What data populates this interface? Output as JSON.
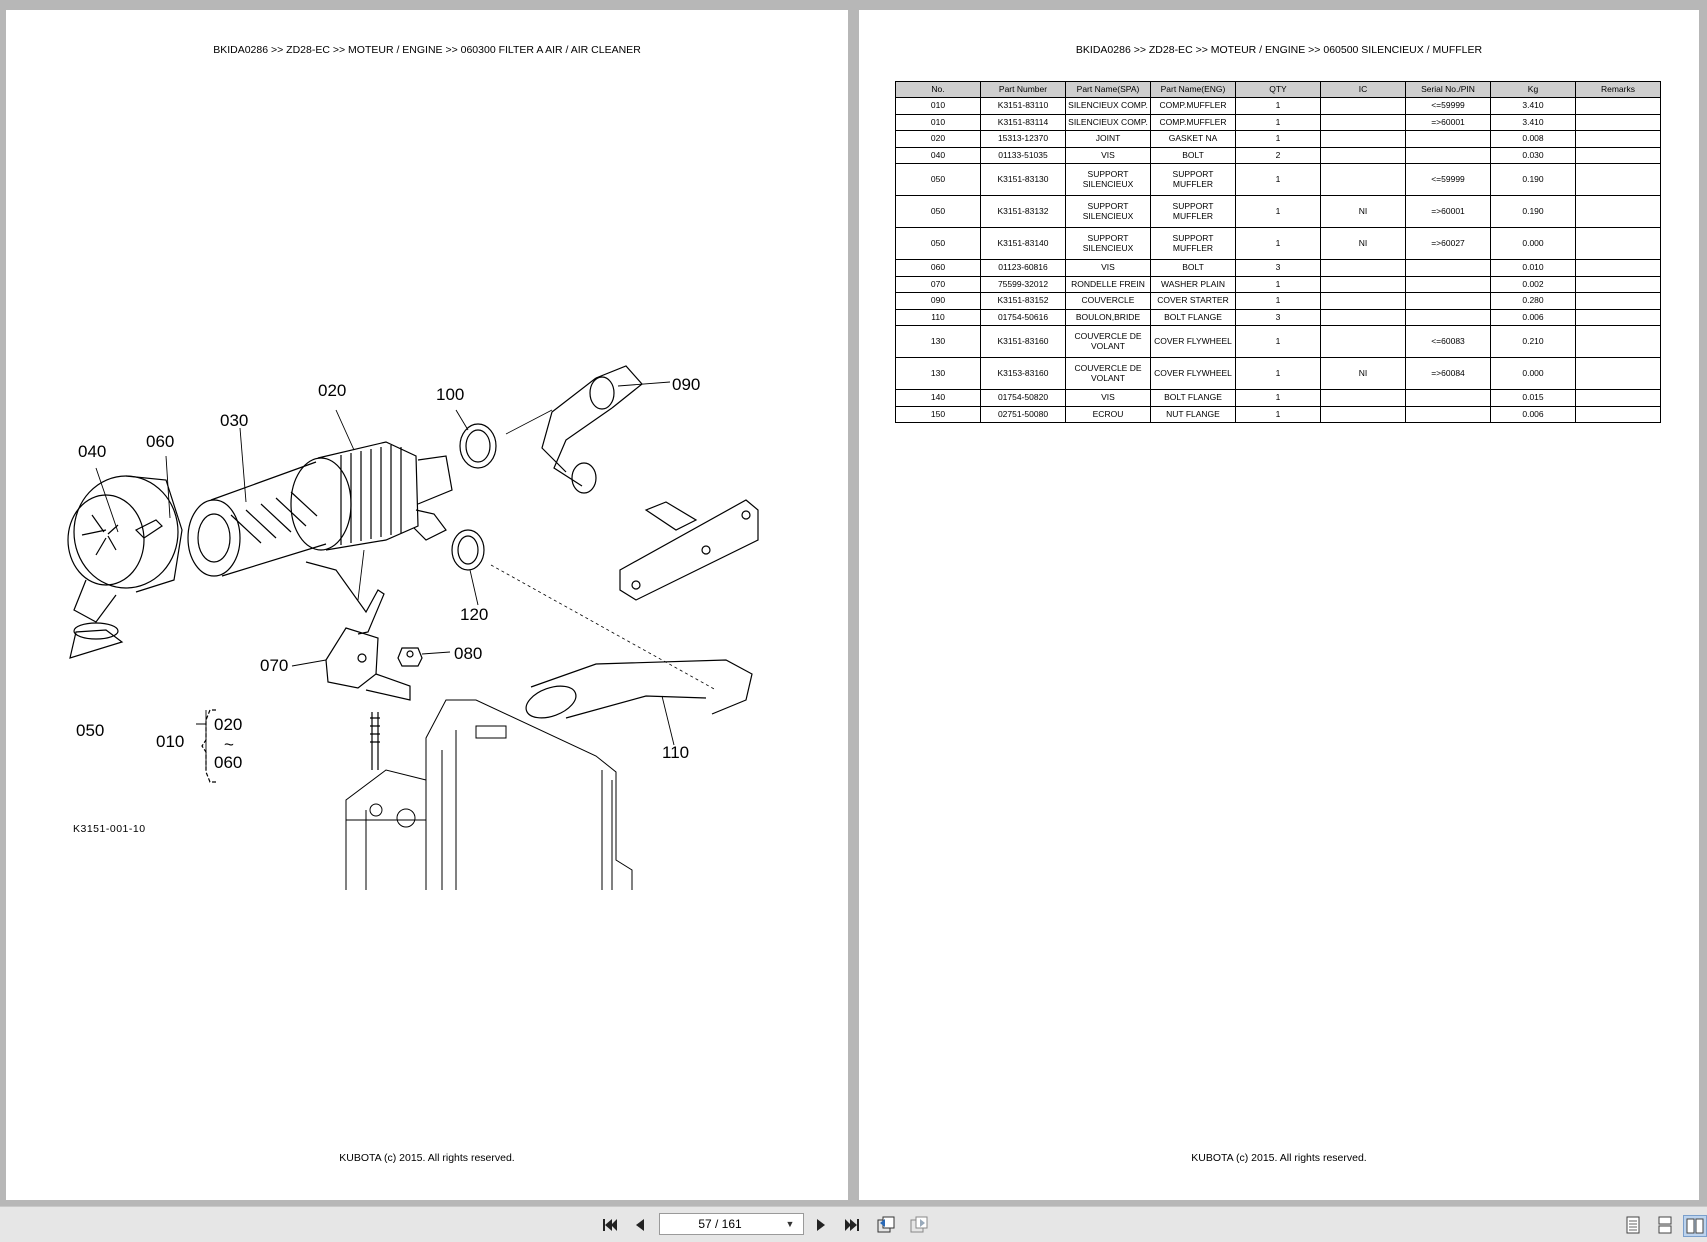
{
  "left_page": {
    "header": "BKIDA0286 >> ZD28-EC >> MOTEUR / ENGINE >> 060300   FILTER A AIR / AIR CLEANER",
    "footer": "KUBOTA (c) 2015. All rights reserved.",
    "diagram": {
      "callouts": {
        "c010": "010",
        "c020": "020",
        "c030": "030",
        "c040": "040",
        "c050": "050",
        "c060": "060",
        "c070": "070",
        "c080": "080",
        "c090": "090",
        "c100": "100",
        "c110": "110",
        "c120": "120",
        "bracket_top": "020",
        "bracket_tilde": "~",
        "bracket_bottom": "060"
      },
      "drawing_code": "K3151-001-10"
    }
  },
  "right_page": {
    "header": "BKIDA0286 >> ZD28-EC >> MOTEUR / ENGINE >> 060500   SILENCIEUX / MUFFLER",
    "footer": "KUBOTA (c) 2015. All rights reserved.",
    "table": {
      "columns": [
        "No.",
        "Part Number",
        "Part Name(SPA)",
        "Part Name(ENG)",
        "QTY",
        "IC",
        "Serial No./PIN",
        "Kg",
        "Remarks"
      ],
      "rows": [
        {
          "no": "010",
          "part_number": "K3151-83110",
          "name_spa": "SILENCIEUX COMP.",
          "name_eng": "COMP.MUFFLER",
          "qty": "1",
          "ic": "",
          "serial": "<=59999",
          "kg": "3.410",
          "remarks": ""
        },
        {
          "no": "010",
          "part_number": "K3151-83114",
          "name_spa": "SILENCIEUX COMP.",
          "name_eng": "COMP.MUFFLER",
          "qty": "1",
          "ic": "",
          "serial": "=>60001",
          "kg": "3.410",
          "remarks": ""
        },
        {
          "no": "020",
          "part_number": "15313-12370",
          "name_spa": "JOINT",
          "name_eng": "GASKET NA",
          "qty": "1",
          "ic": "",
          "serial": "",
          "kg": "0.008",
          "remarks": ""
        },
        {
          "no": "040",
          "part_number": "01133-51035",
          "name_spa": "VIS",
          "name_eng": "BOLT",
          "qty": "2",
          "ic": "",
          "serial": "",
          "kg": "0.030",
          "remarks": ""
        },
        {
          "no": "050",
          "part_number": "K3151-83130",
          "name_spa": "SUPPORT SILENCIEUX",
          "name_eng": "SUPPORT MUFFLER",
          "qty": "1",
          "ic": "",
          "serial": "<=59999",
          "kg": "0.190",
          "remarks": ""
        },
        {
          "no": "050",
          "part_number": "K3151-83132",
          "name_spa": "SUPPORT SILENCIEUX",
          "name_eng": "SUPPORT MUFFLER",
          "qty": "1",
          "ic": "NI",
          "serial": "=>60001",
          "kg": "0.190",
          "remarks": ""
        },
        {
          "no": "050",
          "part_number": "K3151-83140",
          "name_spa": "SUPPORT SILENCIEUX",
          "name_eng": "SUPPORT MUFFLER",
          "qty": "1",
          "ic": "NI",
          "serial": "=>60027",
          "kg": "0.000",
          "remarks": ""
        },
        {
          "no": "060",
          "part_number": "01123-60816",
          "name_spa": "VIS",
          "name_eng": "BOLT",
          "qty": "3",
          "ic": "",
          "serial": "",
          "kg": "0.010",
          "remarks": ""
        },
        {
          "no": "070",
          "part_number": "75599-32012",
          "name_spa": "RONDELLE FREIN",
          "name_eng": "WASHER PLAIN",
          "qty": "1",
          "ic": "",
          "serial": "",
          "kg": "0.002",
          "remarks": ""
        },
        {
          "no": "090",
          "part_number": "K3151-83152",
          "name_spa": "COUVERCLE",
          "name_eng": "COVER STARTER",
          "qty": "1",
          "ic": "",
          "serial": "",
          "kg": "0.280",
          "remarks": ""
        },
        {
          "no": "110",
          "part_number": "01754-50616",
          "name_spa": "BOULON,BRIDE",
          "name_eng": "BOLT FLANGE",
          "qty": "3",
          "ic": "",
          "serial": "",
          "kg": "0.006",
          "remarks": ""
        },
        {
          "no": "130",
          "part_number": "K3151-83160",
          "name_spa": "COUVERCLE DE VOLANT",
          "name_eng": "COVER FLYWHEEL",
          "qty": "1",
          "ic": "",
          "serial": "<=60083",
          "kg": "0.210",
          "remarks": ""
        },
        {
          "no": "130",
          "part_number": "K3153-83160",
          "name_spa": "COUVERCLE DE VOLANT",
          "name_eng": "COVER FLYWHEEL",
          "qty": "1",
          "ic": "NI",
          "serial": "=>60084",
          "kg": "0.000",
          "remarks": ""
        },
        {
          "no": "140",
          "part_number": "01754-50820",
          "name_spa": "VIS",
          "name_eng": "BOLT FLANGE",
          "qty": "1",
          "ic": "",
          "serial": "",
          "kg": "0.015",
          "remarks": ""
        },
        {
          "no": "150",
          "part_number": "02751-50080",
          "name_spa": "ECROU",
          "name_eng": "NUT FLANGE",
          "qty": "1",
          "ic": "",
          "serial": "",
          "kg": "0.006",
          "remarks": ""
        }
      ]
    }
  },
  "toolbar": {
    "page_indicator": "57 / 161",
    "icons": {
      "first": "first-page-icon",
      "prev": "previous-page-icon",
      "next": "next-page-icon",
      "last": "last-page-icon",
      "back": "go-back-icon",
      "forward": "go-forward-icon",
      "single": "single-page-view-icon",
      "continuous": "continuous-view-icon",
      "facing": "facing-pages-view-icon"
    }
  },
  "colors": {
    "viewer_background": "#b7b7b7",
    "table_header": "#cfcfcf",
    "toolbar": "#e6e6e6"
  }
}
